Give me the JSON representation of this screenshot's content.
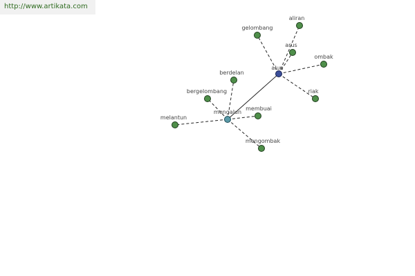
{
  "header": {
    "url": "http://www.artikata.com"
  },
  "graph": {
    "hubs": [
      {
        "id": "alun",
        "label": "alun"
      },
      {
        "id": "mengalun",
        "label": "mengalun"
      }
    ],
    "leaves": [
      {
        "id": "aliran",
        "label": "aliran",
        "hub": "alun"
      },
      {
        "id": "gelombang",
        "label": "gelombang",
        "hub": "alun"
      },
      {
        "id": "arus",
        "label": "arus",
        "hub": "alun"
      },
      {
        "id": "ombak",
        "label": "ombak",
        "hub": "alun"
      },
      {
        "id": "riak",
        "label": "riak",
        "hub": "alun"
      },
      {
        "id": "berdelan",
        "label": "berdelan",
        "hub": "mengalun"
      },
      {
        "id": "bergelombang",
        "label": "bergelombang",
        "hub": "mengalun"
      },
      {
        "id": "membuai",
        "label": "membuai",
        "hub": "mengalun"
      },
      {
        "id": "melantun",
        "label": "melantun",
        "hub": "mengalun"
      },
      {
        "id": "mengombak",
        "label": "mengombak",
        "hub": "mengalun"
      }
    ]
  }
}
